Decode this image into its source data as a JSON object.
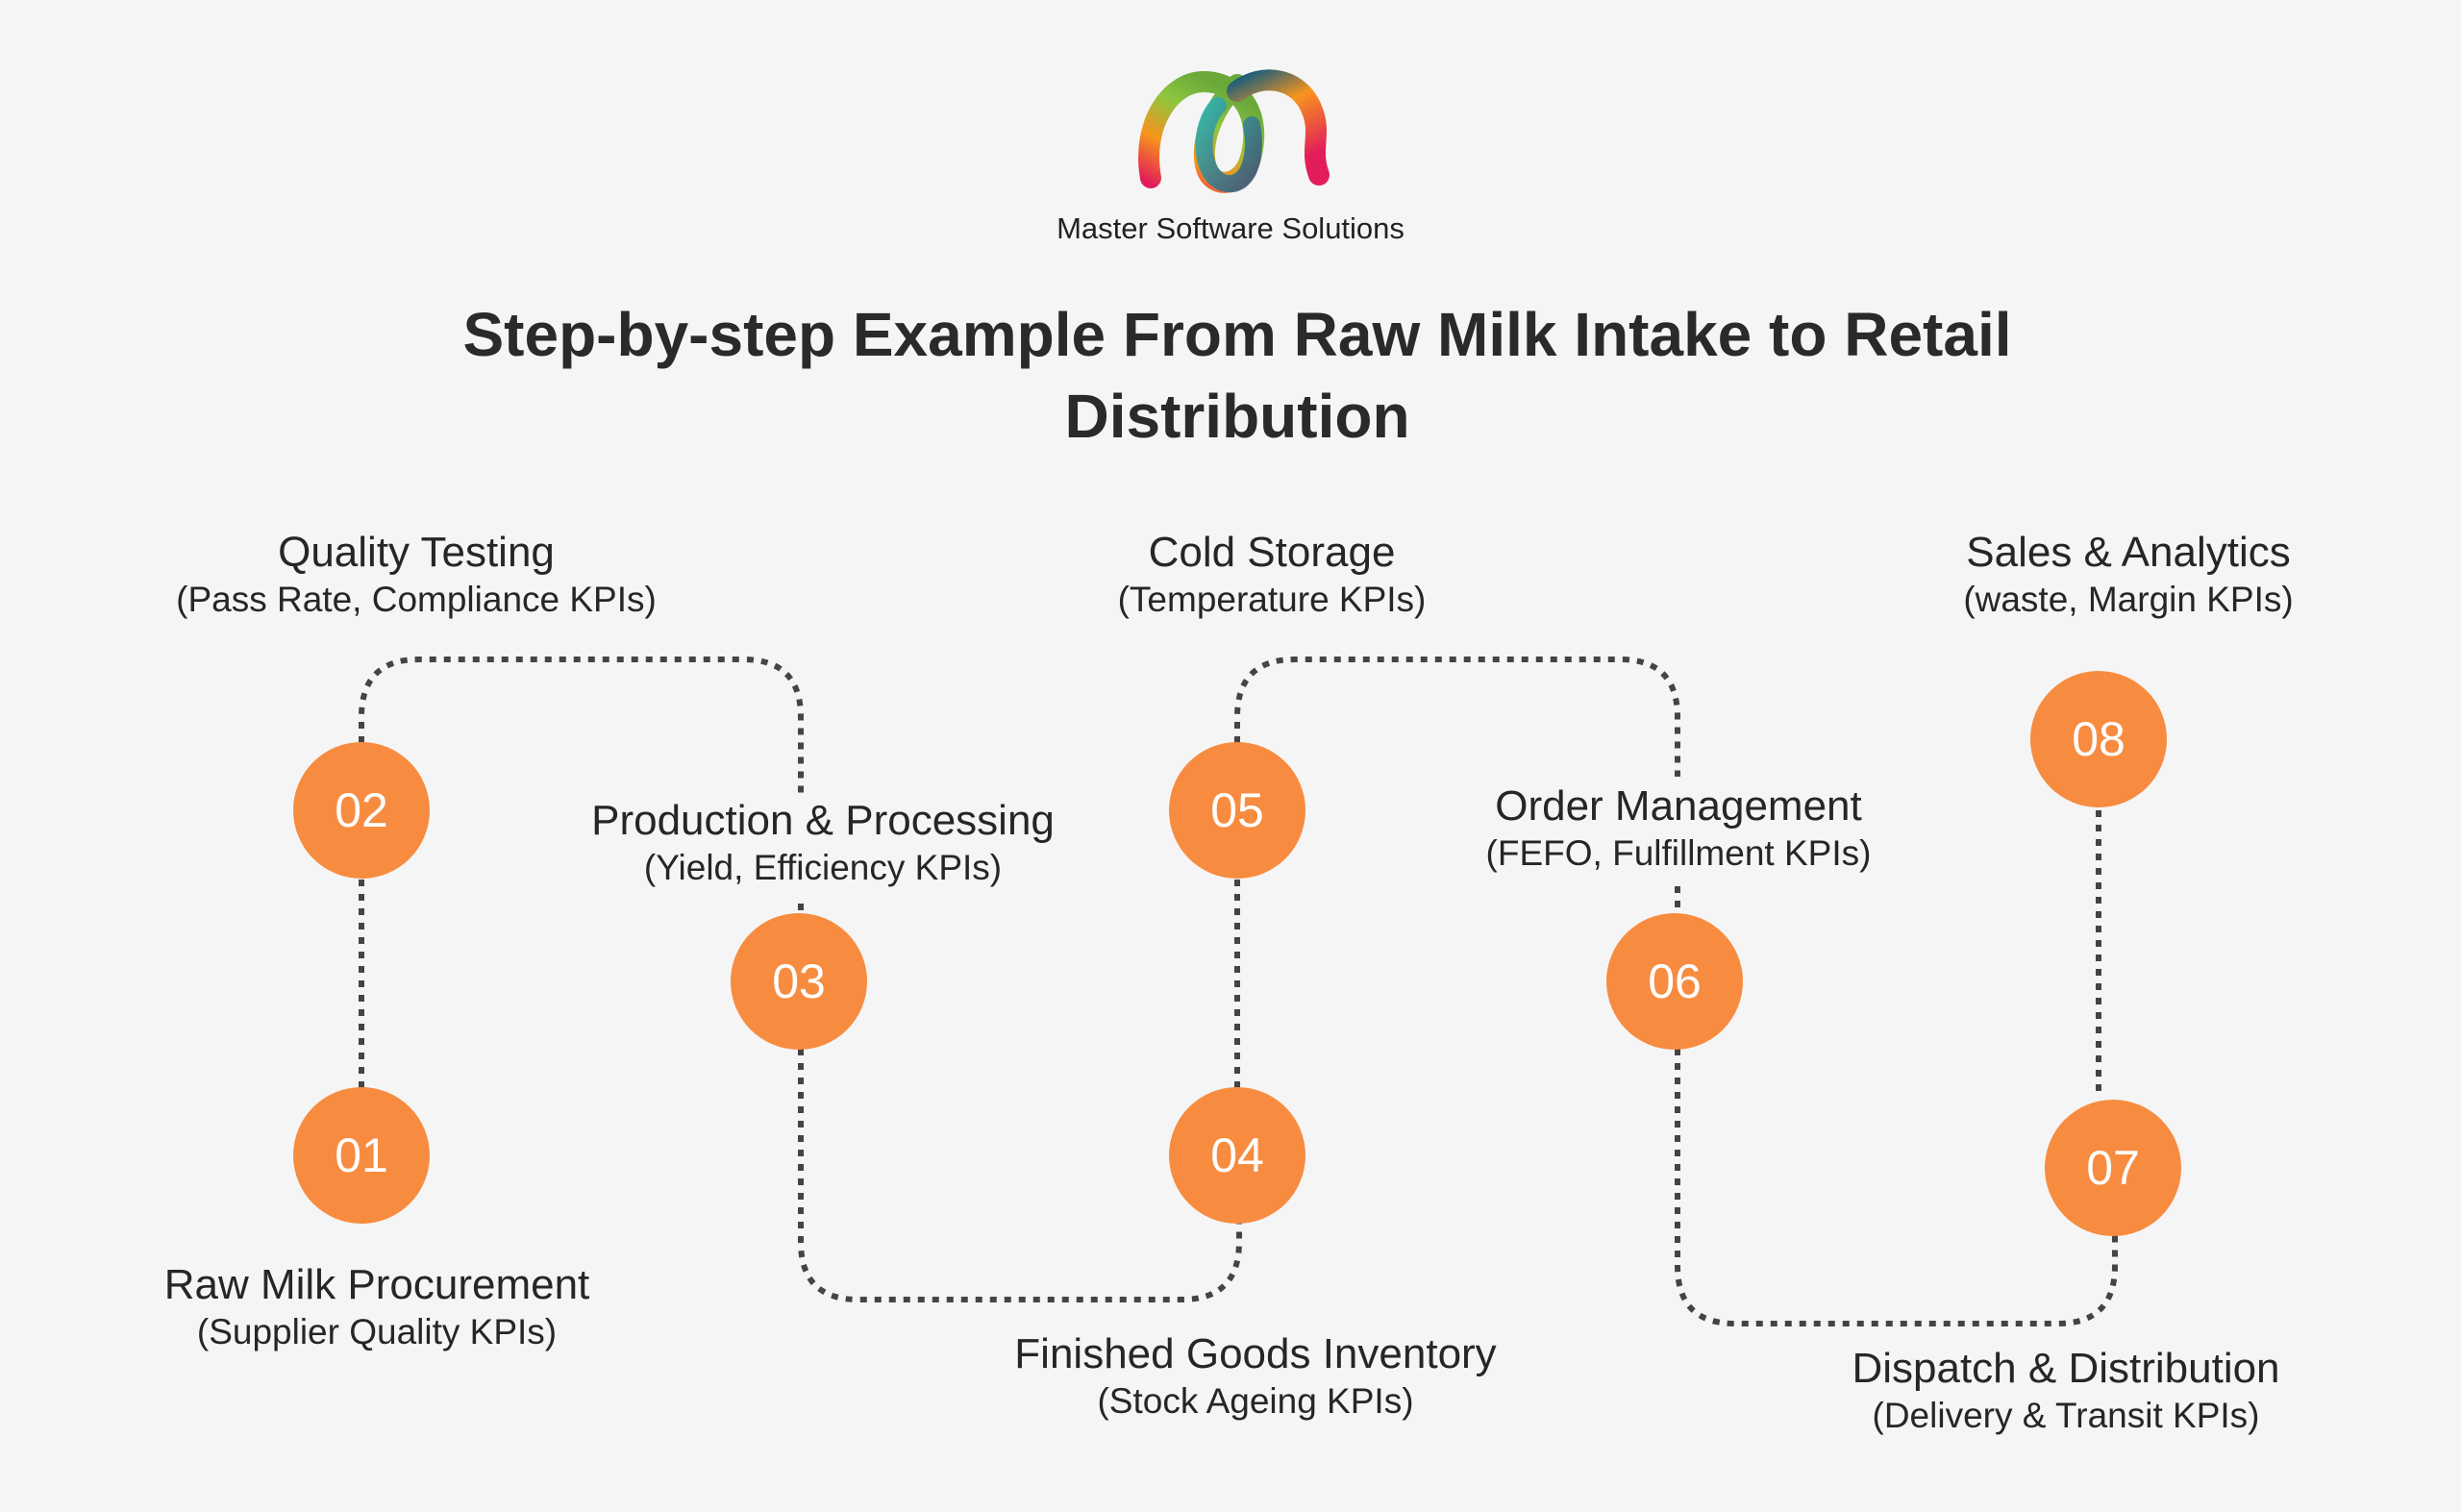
{
  "brand": {
    "name": "Master Software Solutions"
  },
  "heading": {
    "line1": "Step-by-step Example From Raw Milk Intake to Retail",
    "line2": "Distribution"
  },
  "colors": {
    "accent": "#f78c40",
    "background": "#f5f5f5",
    "connector": "#444444"
  },
  "steps": [
    {
      "number": "01",
      "title": "Raw Milk Procurement",
      "subtitle": "(Supplier Quality KPIs)"
    },
    {
      "number": "02",
      "title": "Quality Testing",
      "subtitle": "(Pass Rate, Compliance KPIs)"
    },
    {
      "number": "03",
      "title": "Production & Processing",
      "subtitle": "(Yield, Efficiency KPIs)"
    },
    {
      "number": "04",
      "title": "Finished Goods Inventory",
      "subtitle": "(Stock Ageing KPIs)"
    },
    {
      "number": "05",
      "title": "Cold Storage",
      "subtitle": "(Temperature KPIs)"
    },
    {
      "number": "06",
      "title": "Order Management",
      "subtitle": "(FEFO, Fulfillment KPIs)"
    },
    {
      "number": "07",
      "title": "Dispatch & Distribution",
      "subtitle": "(Delivery & Transit KPIs)"
    },
    {
      "number": "08",
      "title": "Sales & Analytics",
      "subtitle": "(waste, Margin KPIs)"
    }
  ]
}
